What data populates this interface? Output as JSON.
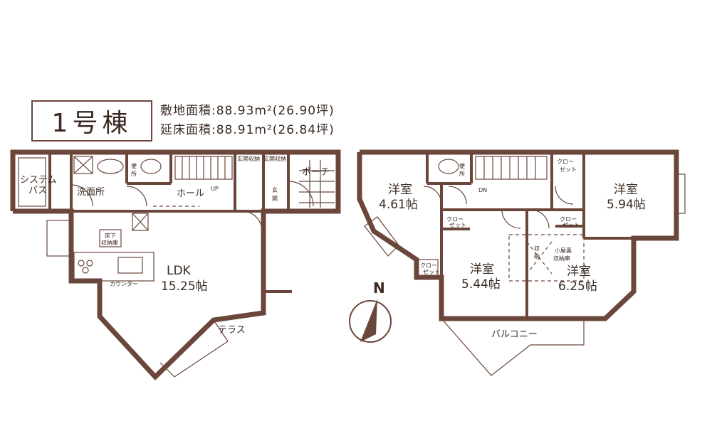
{
  "header": {
    "building": "1号棟",
    "site_area": "敷地面積:88.93m²(26.90坪)",
    "floor_area": "延床面積:88.91m²(26.84坪)"
  },
  "floor1": {
    "system_bath": [
      "システム",
      "バス"
    ],
    "washroom": "洗面所",
    "toilet": [
      "便",
      "所"
    ],
    "hall": "ホール",
    "stairs": "UP",
    "entrance_storage_1": "玄関収納",
    "entrance_storage_2": "玄関収納",
    "entrance": [
      "玄",
      "関"
    ],
    "porch": "ポーチ",
    "underfloor_storage": [
      "床下",
      "収納庫"
    ],
    "counter": "カウンター",
    "ldk_name": "LDK",
    "ldk_size": "15.25帖",
    "terrace": "テラス"
  },
  "floor2": {
    "toilet": [
      "便",
      "所"
    ],
    "stairs": "DN",
    "room1_name": "洋室",
    "room1_size": "4.61帖",
    "room2_name": "洋室",
    "room2_size": "5.94帖",
    "room3_name": "洋室",
    "room3_size": "5.44帖",
    "room4_name": "洋室",
    "room4_size": "6.25帖",
    "closet_a": [
      "クロー",
      "ゼット"
    ],
    "closet_b": [
      "クロー",
      "ゼット"
    ],
    "closet_c": [
      "クロー",
      "ゼット"
    ],
    "closet_d": [
      "クロー",
      "ゼット"
    ],
    "storage": [
      "収",
      "納"
    ],
    "attic_storage": [
      "小屋裏",
      "収納庫"
    ],
    "balcony": "バルコニー"
  },
  "compass": {
    "label": "N"
  },
  "colors": {
    "wall": "#6b463b",
    "text": "#3a2a22"
  }
}
